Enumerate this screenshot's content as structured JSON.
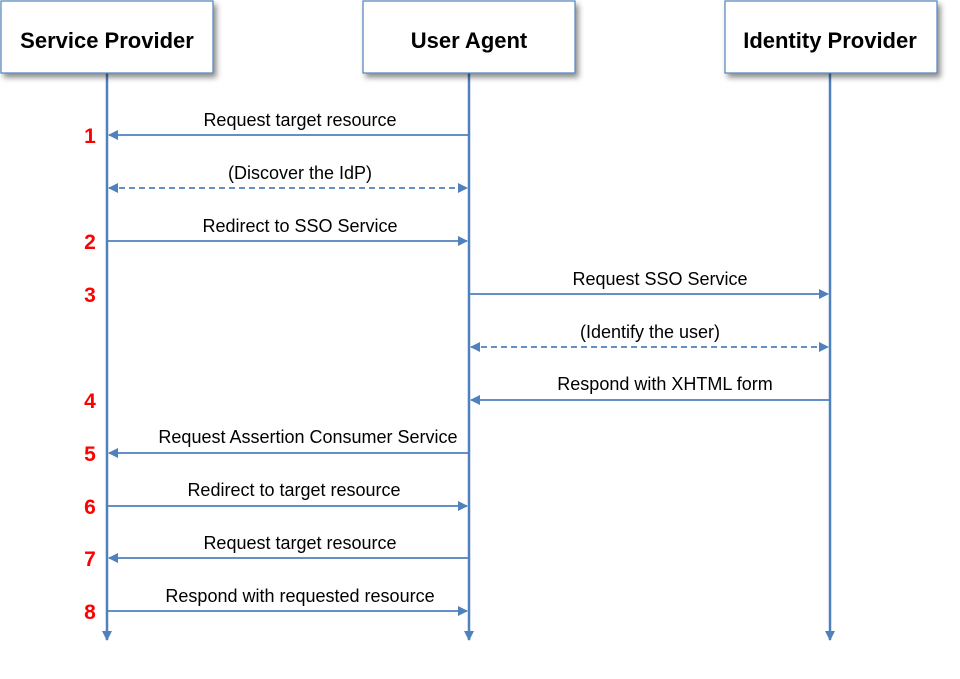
{
  "colors": {
    "line": "#4f81bd",
    "step_number": "#ff0000",
    "text": "#000000"
  },
  "actors": [
    {
      "id": "sp",
      "label": "Service Provider"
    },
    {
      "id": "ua",
      "label": "User Agent"
    },
    {
      "id": "idp",
      "label": "Identity Provider"
    }
  ],
  "messages": [
    {
      "step": "1",
      "label": "Request target resource",
      "from": "ua",
      "to": "sp",
      "style": "solid"
    },
    {
      "step": "",
      "label": "(Discover the IdP)",
      "from": "sp",
      "to": "ua",
      "style": "dashed",
      "bidirectional": true
    },
    {
      "step": "2",
      "label": "Redirect to SSO Service",
      "from": "sp",
      "to": "ua",
      "style": "solid"
    },
    {
      "step": "3",
      "label": "Request SSO Service",
      "from": "ua",
      "to": "idp",
      "style": "solid"
    },
    {
      "step": "",
      "label": "(Identify the user)",
      "from": "ua",
      "to": "idp",
      "style": "dashed",
      "bidirectional": true
    },
    {
      "step": "4",
      "label": "Respond with XHTML form",
      "from": "idp",
      "to": "ua",
      "style": "solid"
    },
    {
      "step": "5",
      "label": "Request Assertion Consumer Service",
      "from": "ua",
      "to": "sp",
      "style": "solid"
    },
    {
      "step": "6",
      "label": "Redirect to target resource",
      "from": "sp",
      "to": "ua",
      "style": "solid"
    },
    {
      "step": "7",
      "label": "Request target resource",
      "from": "ua",
      "to": "sp",
      "style": "solid"
    },
    {
      "step": "8",
      "label": "Respond with requested resource",
      "from": "sp",
      "to": "ua",
      "style": "solid"
    }
  ]
}
